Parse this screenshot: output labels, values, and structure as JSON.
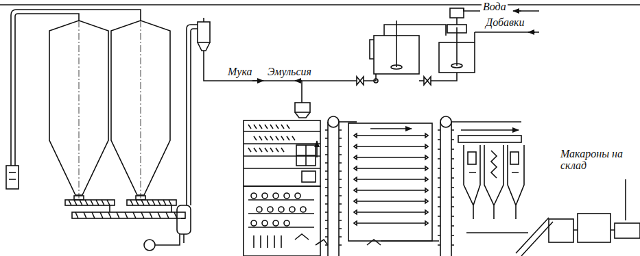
{
  "diagram": {
    "labels": [
      "Вода",
      "Добавки",
      "Мука",
      "Эмульсия",
      "Макароны на склад"
    ]
  }
}
